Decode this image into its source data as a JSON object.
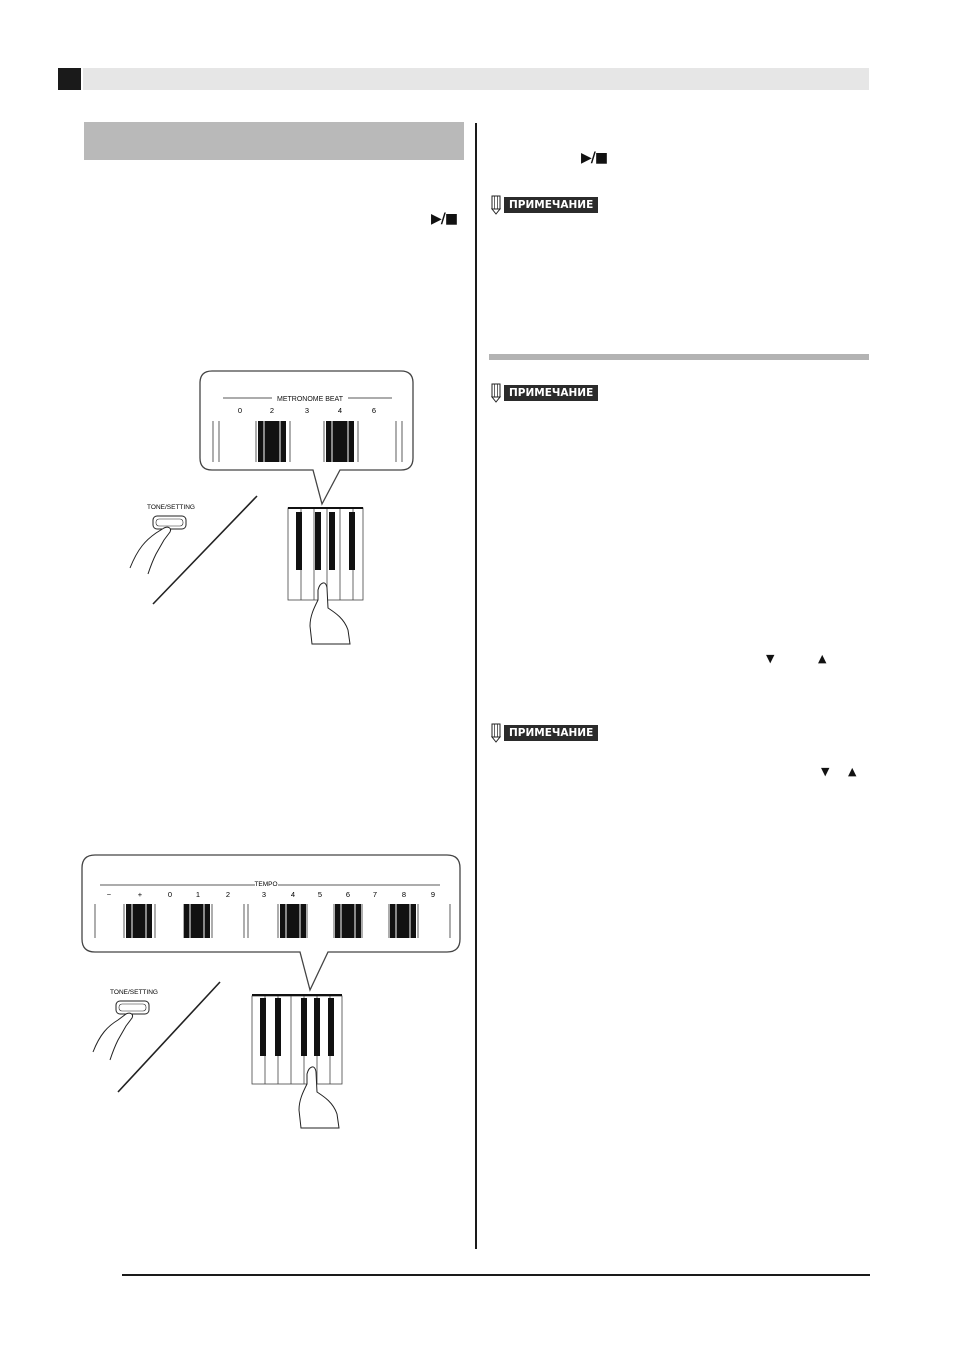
{
  "header": {},
  "left_column": {
    "play_stop_icon": "▶/■",
    "metronome_illustration": {
      "callout_label": "METRONOME BEAT",
      "beat_numbers": [
        "0",
        "2",
        "3",
        "4",
        "6"
      ],
      "button_label": "TONE/SETTING"
    },
    "tempo_illustration": {
      "callout_label": "TEMPO",
      "key_labels": [
        "−",
        "+",
        "0",
        "1",
        "2",
        "3",
        "4",
        "5",
        "6",
        "7",
        "8",
        "9"
      ],
      "button_label": "TONE/SETTING"
    }
  },
  "right_column": {
    "play_stop_icon": "▶/■",
    "note_label_1": "ПРИМЕЧАНИЕ",
    "note_label_2": "ПРИМЕЧАНИЕ",
    "note_label_3": "ПРИМЕЧАНИЕ",
    "down_icon": "▼",
    "up_icon": "▲",
    "down_icon_2": "▼",
    "up_icon_2": "▲"
  },
  "colors": {
    "band_gray": "#b9b9b9",
    "header_gray": "#e6e6e6",
    "rule_gray": "#b3b3b3",
    "ink": "#1a1a1a"
  }
}
